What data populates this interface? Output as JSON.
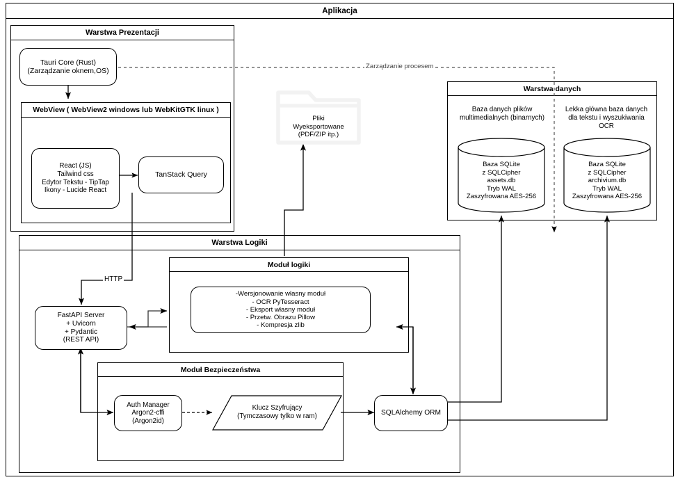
{
  "diagram": {
    "title": "Aplikacja",
    "type": "architecture-diagram"
  },
  "containers": {
    "app": {
      "title": "Aplikacja"
    },
    "presentation": {
      "title": "Warstwa Prezentacji"
    },
    "webview": {
      "title": "WebView ( WebView2 windows  lub WebKitGTK linux )"
    },
    "logic": {
      "title": "Warstwa Logiki"
    },
    "logic_module": {
      "title": "Moduł logiki"
    },
    "security_module": {
      "title": "Moduł Bezpieczeństwa"
    },
    "data": {
      "title": "Warstwa danych"
    }
  },
  "nodes": {
    "tauri_core": {
      "label": "Tauri Core (Rust)\n(Zarządzanie oknem,OS)"
    },
    "react": {
      "label": "React (JS)\nTailwind css\nEdytor Tekstu - TipTap\nIkony - Lucide React"
    },
    "tanstack": {
      "label": "TanStack Query"
    },
    "exported_files": {
      "label": "Pliki\nWyeksportowane\n(PDF/ZIP itp.)"
    },
    "fastapi": {
      "label": "FastAPI Server\n+ Uvicorn\n+ Pydantic\n(REST API)"
    },
    "logic_features": {
      "label": "-Wersjonowanie własny moduł\n- OCR PyTesseract\n- Eksport własny moduł\n- Przetw. Obrazu Pillow\n- Kompresja zlib"
    },
    "auth_manager": {
      "label": "Auth Manager\nArgon2-cffi\n(Argon2id)"
    },
    "encryption_key": {
      "label": "Klucz Szyfrujący\n(Tymczasowy tylko w ram)"
    },
    "sqlalchemy": {
      "label": "SQLAlchemy ORM"
    },
    "assets_caption": {
      "label": "Baza danych plików\nmultimedialnych  (binarnych)"
    },
    "assets_db": {
      "label": "Baza SQLite\nz SQLCipher\nassets.db\nTryb WAL\nZaszyfrowana AES-256"
    },
    "archive_caption": {
      "label": "Lekka główna baza danych\ndla tekstu i wyszukiwania\nOCR"
    },
    "archive_db": {
      "label": "Baza SQLite\nz SQLCipher\narchivium.db\nTryb WAL\nZaszyfrowana AES-256"
    }
  },
  "edge_labels": {
    "process_management": "Zarządzanie procesem",
    "http": "HTTP"
  },
  "colors": {
    "stroke": "#000000",
    "container_stroke": "#666666",
    "folder_stroke": "#f2f2f2",
    "background": "#ffffff",
    "text": "#000000"
  }
}
